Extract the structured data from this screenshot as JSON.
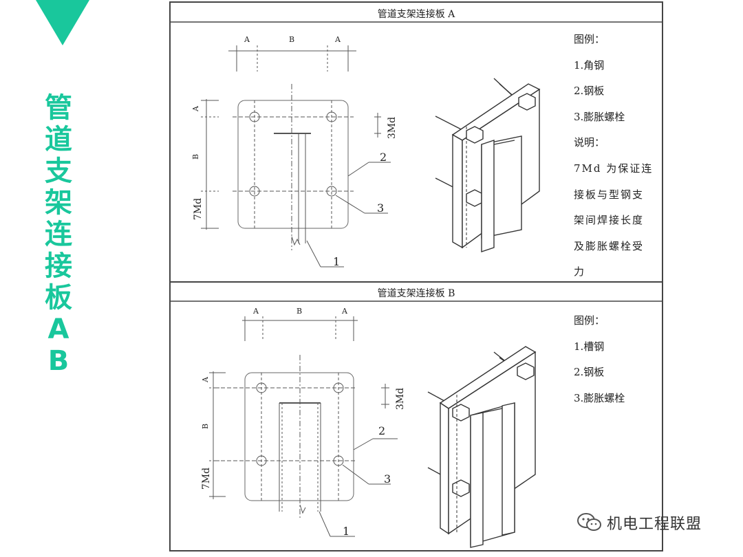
{
  "left_panel": {
    "title_chars": [
      "管",
      "道",
      "支",
      "架",
      "连",
      "接",
      "板",
      "A",
      "B"
    ],
    "accent_color": "#19c79c"
  },
  "section_a": {
    "title": "管道支架连接板 A",
    "dims": {
      "a1": "A",
      "b": "B",
      "a2": "A",
      "va": "A",
      "vb": "B",
      "v7": "7Md",
      "v3": "3Md"
    },
    "callouts": {
      "c1": "1",
      "c2": "2",
      "c3": "3"
    },
    "legend": {
      "head": "图例：",
      "items": [
        "1.角钢",
        "2.钢板",
        "3.膨胀螺栓"
      ],
      "note_head": "说明：",
      "note_lines": [
        "7Md 为保证连",
        "接板与型钢支",
        "架间焊接长度",
        "及膨胀螺栓受",
        "力"
      ]
    }
  },
  "section_b": {
    "title": "管道支架连接板 B",
    "dims": {
      "a1": "A",
      "b": "B",
      "a2": "A",
      "va": "A",
      "vb": "B",
      "v7": "7Md",
      "v3": "3Md"
    },
    "callouts": {
      "c1": "1",
      "c2": "2",
      "c3": "3"
    },
    "legend": {
      "head": "图例：",
      "items": [
        "1.槽钢",
        "2.钢板",
        "3.膨胀螺栓"
      ]
    }
  },
  "watermark": {
    "text": "机电工程联盟",
    "icon": "wechat-icon"
  }
}
